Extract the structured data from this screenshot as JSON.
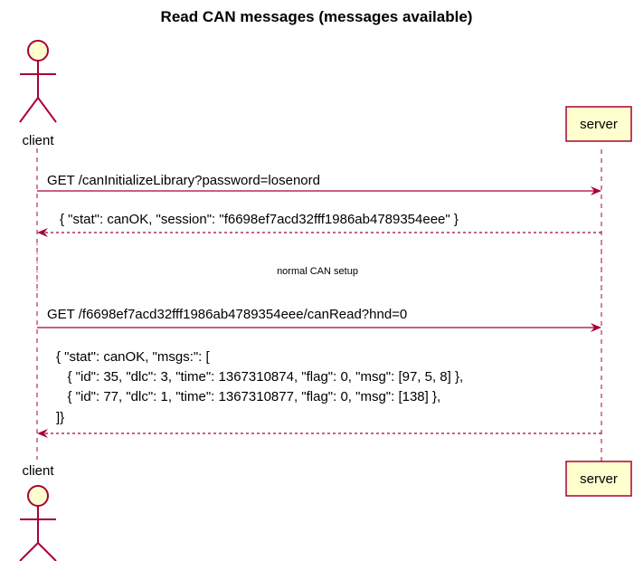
{
  "title": "Read CAN messages (messages available)",
  "participants": {
    "client": {
      "label": "client",
      "kind": "actor"
    },
    "server": {
      "label": "server",
      "kind": "participant"
    }
  },
  "messages": [
    {
      "from": "client",
      "to": "server",
      "style": "solid",
      "lines": [
        "GET /canInitializeLibrary?password=losenord"
      ]
    },
    {
      "from": "server",
      "to": "client",
      "style": "dashed",
      "lines": [
        "{ \"stat\": canOK, \"session\": \"f6698ef7acd32fff1986ab4789354eee\" }"
      ]
    },
    {
      "from": "client",
      "to": "server",
      "style": "solid",
      "lines": [
        "GET /f6698ef7acd32fff1986ab4789354eee/canRead?hnd=0"
      ]
    },
    {
      "from": "server",
      "to": "client",
      "style": "dashed",
      "lines": [
        "{ \"stat\": canOK, \"msgs:\": [",
        "   { \"id\": 35, \"dlc\": 3, \"time\": 1367310874, \"flag\": 0, \"msg\": [97, 5, 8] },",
        "   { \"id\": 77, \"dlc\": 1, \"time\": 1367310877, \"flag\": 0, \"msg\": [138] },",
        "]}"
      ]
    }
  ],
  "divider": {
    "label": "normal CAN setup"
  },
  "colors": {
    "arrow": "#a80036",
    "box_fill": "#fefece",
    "box_stroke": "#a80036",
    "lifeline": "#a80036"
  }
}
